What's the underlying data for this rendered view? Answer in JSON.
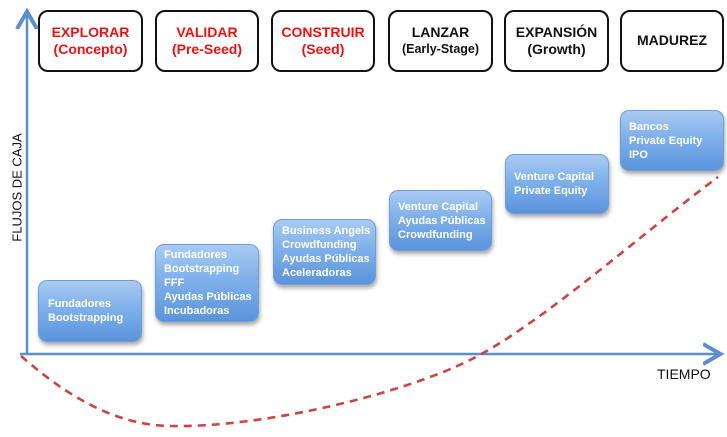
{
  "stages": [
    {
      "title": "EXPLORAR",
      "subtitle": "(Concepto)",
      "color": "#ee1111"
    },
    {
      "title": "VALIDAR",
      "subtitle": "(Pre-Seed)",
      "color": "#ee1111"
    },
    {
      "title": "CONSTRUIR",
      "subtitle": "(Seed)",
      "color": "#ee1111"
    },
    {
      "title": "LANZAR",
      "subtitle": "(Early-Stage)",
      "color": "#111111"
    },
    {
      "title": "EXPANSIÓN",
      "subtitle": "(Growth)",
      "color": "#111111"
    },
    {
      "title": "MADUREZ",
      "subtitle": "",
      "color": "#111111"
    }
  ],
  "funding": [
    {
      "items": [
        "Fundadores",
        "Bootstrapping"
      ]
    },
    {
      "items": [
        "Fundadores",
        "Bootstrapping",
        "FFF",
        "Ayudas Públicas",
        "Incubadoras"
      ]
    },
    {
      "items": [
        "Business Angels",
        "Crowdfunding",
        "Ayudas Públicas",
        "Aceleradoras"
      ]
    },
    {
      "items": [
        "Venture Capital",
        "Ayudas Públicas",
        "Crowdfunding"
      ]
    },
    {
      "items": [
        "Venture Capital",
        "Private Equity"
      ]
    },
    {
      "items": [
        "Bancos",
        "Private Equity",
        "IPO"
      ]
    }
  ],
  "axes": {
    "y_label": "FLUJOS DE CAJA",
    "x_label": "TIEMPO",
    "axis_color": "#5b8fd0",
    "curve_color": "#cc4444"
  }
}
